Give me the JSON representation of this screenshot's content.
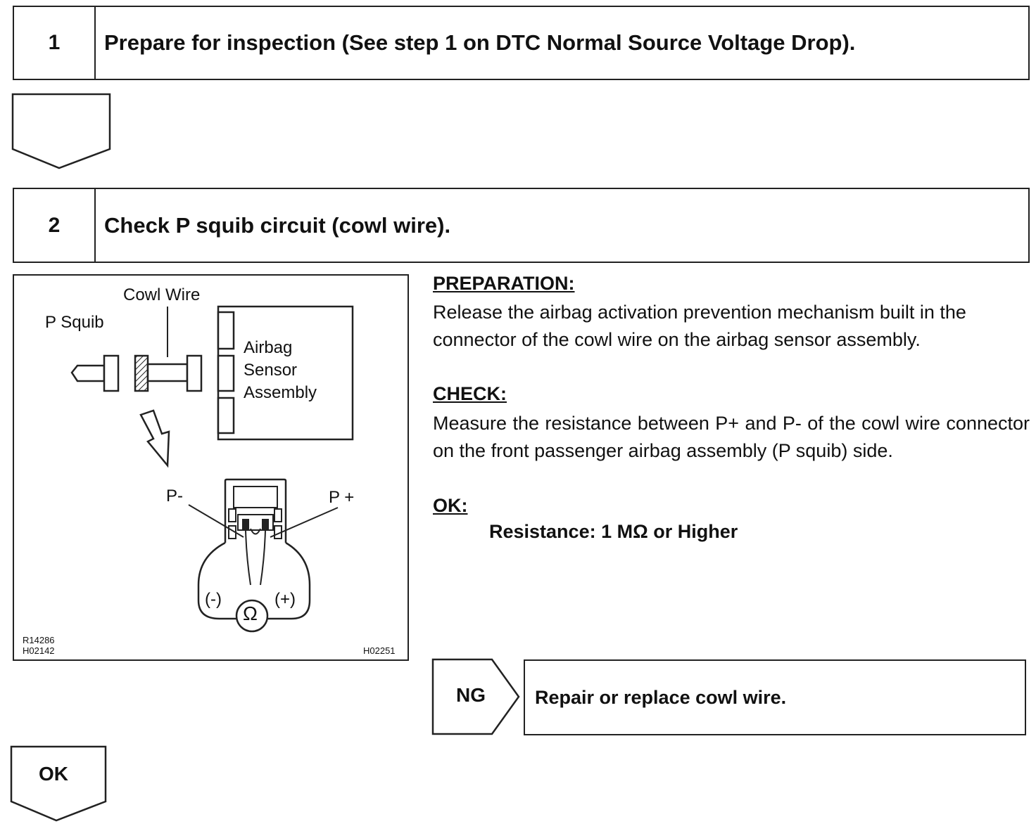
{
  "step1": {
    "number": "1",
    "title": "Prepare for inspection (See step 1 on DTC Normal Source Voltage Drop)."
  },
  "step2": {
    "number": "2",
    "title": "Check P squib circuit (cowl wire)."
  },
  "figure": {
    "labels": {
      "cowl_wire": "Cowl Wire",
      "p_squib": "P Squib",
      "airbag": "Airbag",
      "sensor": "Sensor",
      "assembly": "Assembly",
      "p_minus": "P-",
      "p_plus": "P +",
      "neg": "(-)",
      "pos": "(+)",
      "ohm": "Ω"
    },
    "codes": {
      "left_1": "R14286",
      "left_2": "H02142",
      "right": "H02251"
    }
  },
  "preparation": {
    "heading": "PREPARATION:",
    "text": "Release the airbag activation prevention mechanism built in the connector of the cowl wire on the airbag sensor assembly."
  },
  "check": {
    "heading": "CHECK:",
    "text": "Measure the resistance between P+ and P- of the cowl wire connector on the front passenger airbag assembly (P squib) side."
  },
  "ok_spec": {
    "heading": "OK:",
    "value": "Resistance: 1 MΩ or Higher"
  },
  "ng": {
    "label": "NG",
    "action": "Repair or replace cowl wire."
  },
  "ok_arrow": {
    "label": "OK"
  }
}
